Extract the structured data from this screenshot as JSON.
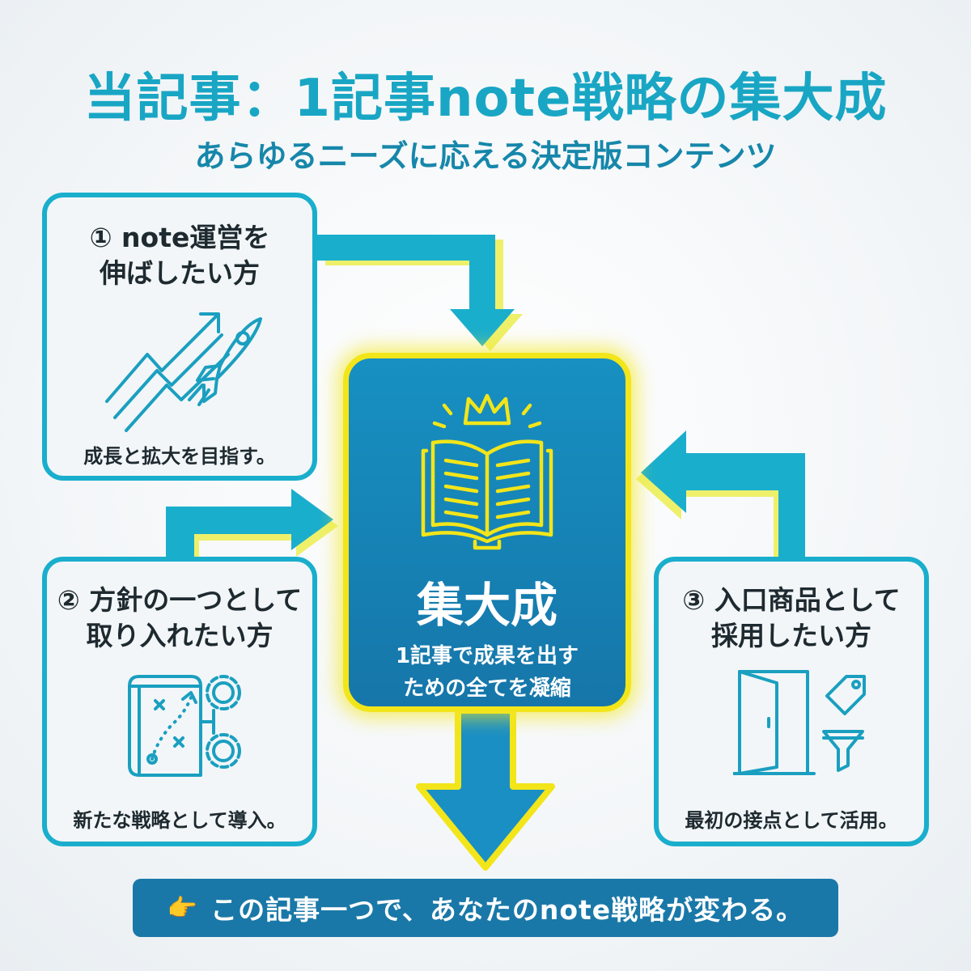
{
  "header": {
    "title": "当記事：1記事note戦略の集大成",
    "subtitle": "あらゆるニーズに応える決定版コンテンツ"
  },
  "cards": [
    {
      "title_lines": [
        "① note運営を",
        "伸ばしたい方"
      ],
      "description": "成長と拡大を目指す。",
      "icon": "rocket-growth-icon"
    },
    {
      "title_lines": [
        "② 方針の一つとして",
        "取り入れたい方"
      ],
      "description": "新たな戦略として導入。",
      "icon": "strategy-gears-icon"
    },
    {
      "title_lines": [
        "③ 入口商品として",
        "採用したい方"
      ],
      "description": "最初の接点として活用。",
      "icon": "door-tag-funnel-icon"
    }
  ],
  "center": {
    "title": "集大成",
    "subtitle_lines": [
      "1記事で成果を出す",
      "ための全てを凝縮"
    ],
    "icon": "crowned-book-icon"
  },
  "banner": {
    "icon": "👉",
    "text": "この記事一つで、あなたのnote戦略が変わる。"
  },
  "colors": {
    "accent": "#1aaecd",
    "center_bg": "#1680b5",
    "highlight": "#f2e51a",
    "banner_bg": "#1a78a8",
    "title": "#19a6c4"
  }
}
